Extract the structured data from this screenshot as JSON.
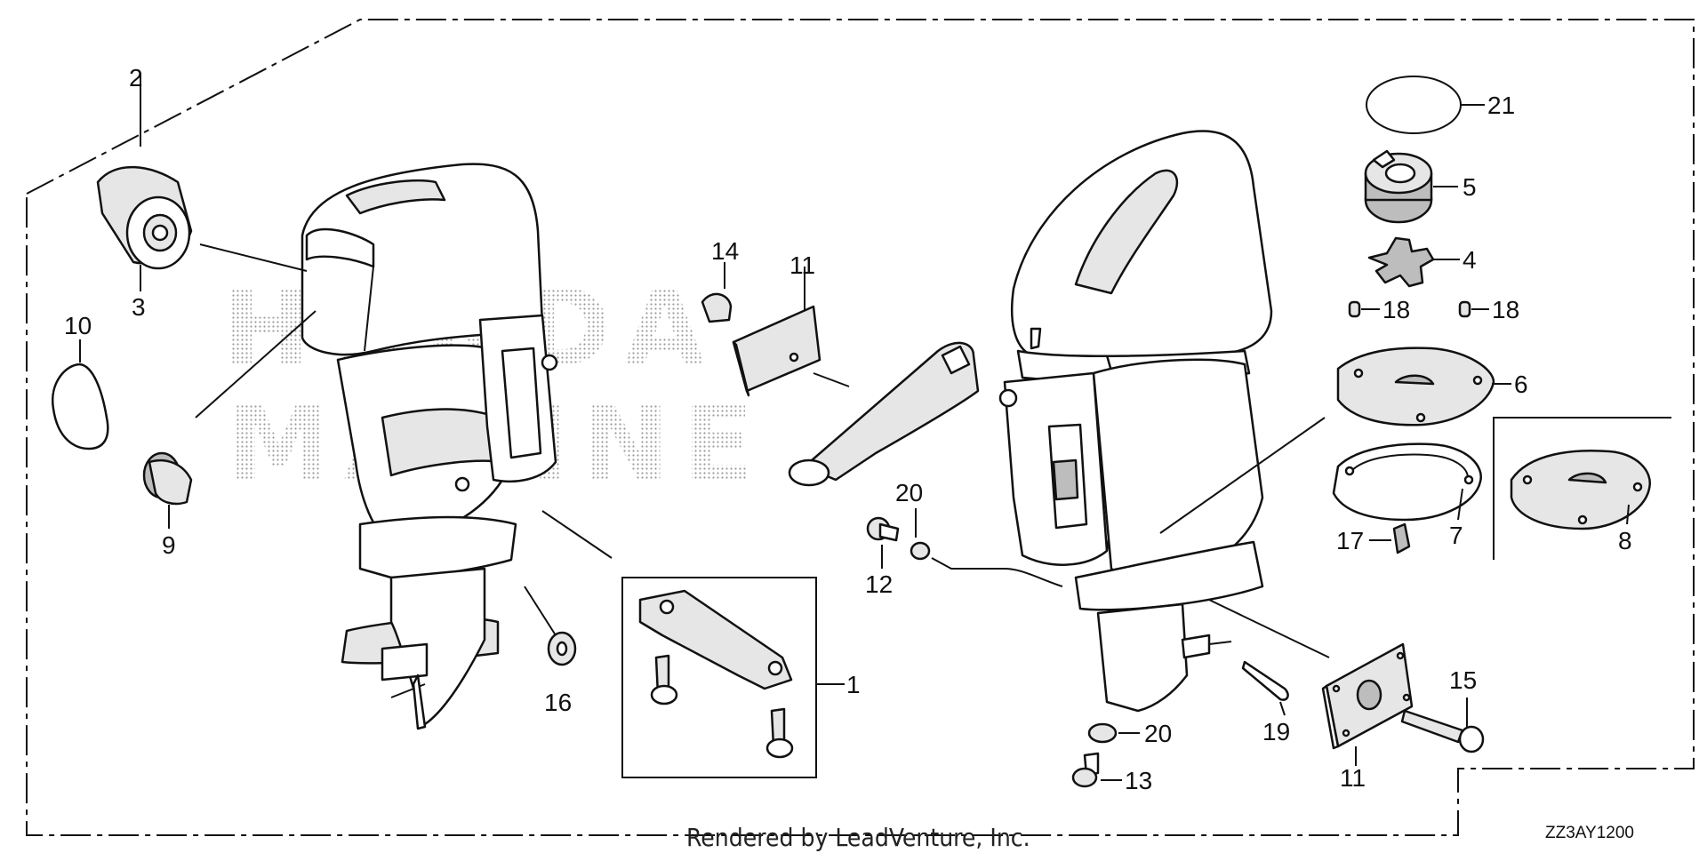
{
  "diagram": {
    "code": "ZZ3AY1200",
    "credit": "Rendered by LeadVenture, Inc.",
    "watermark": [
      "HONDA",
      "MARINE"
    ],
    "callouts": {
      "c1": "1",
      "c2": "2",
      "c3": "3",
      "c4": "4",
      "c5": "5",
      "c6": "6",
      "c7": "7",
      "c8": "8",
      "c9": "9",
      "c10": "10",
      "c11a": "11",
      "c11b": "11",
      "c12": "12",
      "c13": "13",
      "c14": "14",
      "c15": "15",
      "c16": "16",
      "c17": "17",
      "c18a": "18",
      "c18b": "18",
      "c19": "19",
      "c20a": "20",
      "c20b": "20",
      "c21": "21"
    }
  }
}
